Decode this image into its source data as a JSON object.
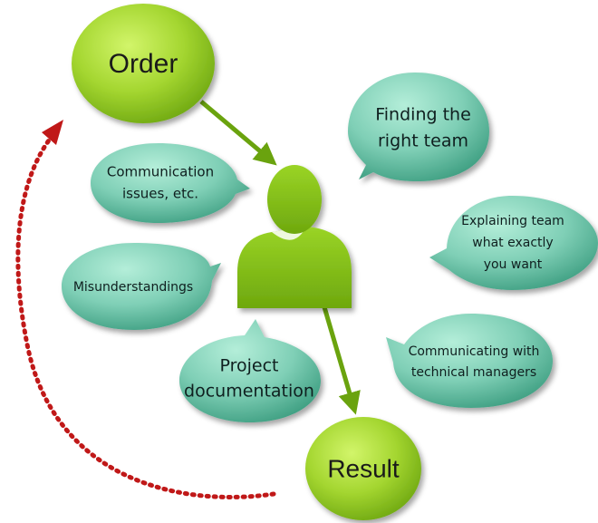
{
  "nodes": {
    "order": "Order",
    "result": "Result"
  },
  "bubbles": {
    "finding_team": [
      "Finding the",
      "right team"
    ],
    "communication_issues": [
      "Communication",
      "issues, etc."
    ],
    "explaining_team": [
      "Explaining team",
      "what exactly",
      "you want"
    ],
    "misunderstandings": [
      "Misunderstandings"
    ],
    "communicating_managers": [
      "Communicating with",
      "technical managers"
    ],
    "project_documentation": [
      "Project",
      "documentation"
    ]
  },
  "icons": {
    "person": "person-icon",
    "loop_arrow": "dotted-loop-arrow-icon"
  },
  "colors": {
    "green_light": "#c6ee55",
    "green_dark": "#6fae10",
    "teal_light": "#8fdcc4",
    "teal_dark": "#3fa888",
    "arrow_green": "#6aa30e",
    "loop_red": "#c01818"
  }
}
